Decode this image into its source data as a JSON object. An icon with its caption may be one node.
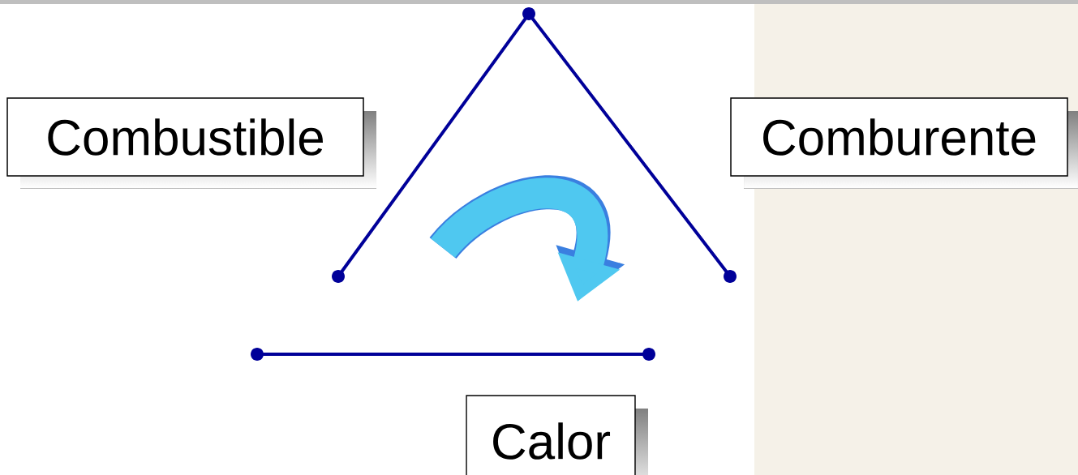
{
  "diagram": {
    "nodes": [
      {
        "text": [
          "Combustible"
        ]
      },
      {
        "text": [
          "Comburente"
        ]
      },
      {
        "text": [
          "Calor"
        ]
      }
    ]
  }
}
